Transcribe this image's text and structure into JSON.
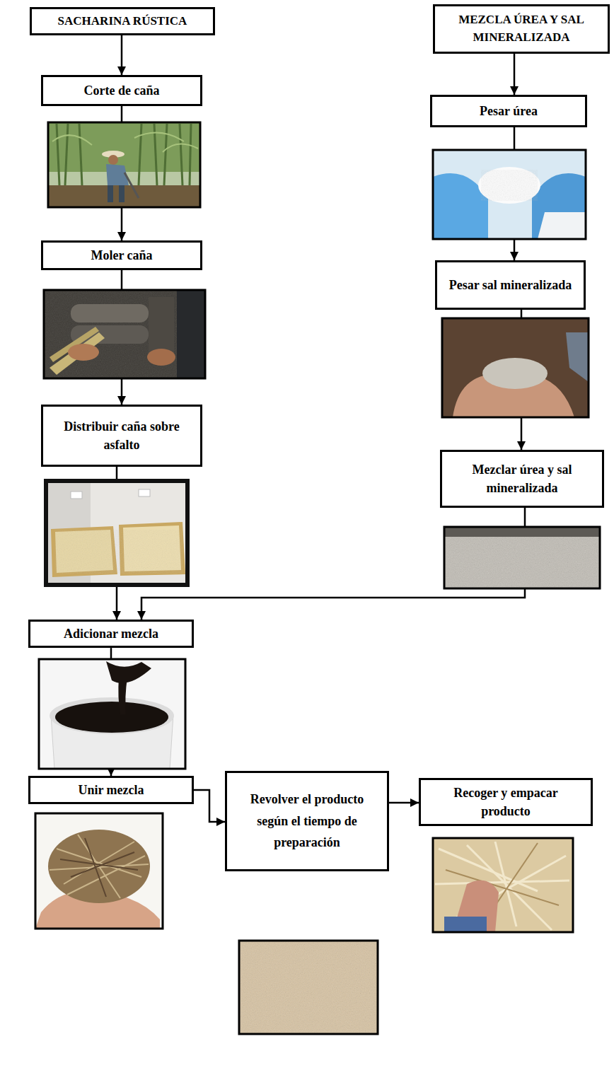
{
  "diagram": {
    "nodes": [
      {
        "text": [
          "SACHARINA RÚSTICA"
        ]
      },
      {
        "text": [
          "Corte de caña"
        ]
      },
      {
        "text": [
          "Moler caña"
        ]
      },
      {
        "text": [
          "Distribuir caña sobre asfalto"
        ]
      },
      {
        "text": [
          "MEZCLA ÚREA Y SAL MINERALIZADA"
        ]
      },
      {
        "text": [
          "Pesar úrea"
        ]
      },
      {
        "text": [
          "Pesar sal mineralizada"
        ]
      },
      {
        "text": [
          "Mezclar úrea y sal mineralizada"
        ]
      },
      {
        "text": [
          "Adicionar mezcla"
        ]
      },
      {
        "text": [
          "Unir mezcla"
        ]
      },
      {
        "text": [
          "Revolver el producto según el tiempo de preparación"
        ]
      },
      {
        "text": [
          "Recoger y empacar producto"
        ]
      }
    ],
    "edges": [
      {
        "from": 0,
        "to": 1,
        "arrow": "to"
      },
      {
        "from": 1,
        "to": 2,
        "arrow": "to"
      },
      {
        "from": 2,
        "to": 3,
        "arrow": "to"
      },
      {
        "from": 3,
        "to": 8,
        "arrow": "to"
      },
      {
        "from": 4,
        "to": 5,
        "arrow": "to"
      },
      {
        "from": 5,
        "to": 6,
        "arrow": "to"
      },
      {
        "from": 6,
        "to": 7,
        "arrow": "to"
      },
      {
        "from": 7,
        "to": 8,
        "arrow": "to"
      },
      {
        "from": 8,
        "to": 9,
        "arrow": "to"
      },
      {
        "from": 9,
        "to": 10,
        "arrow": "to"
      },
      {
        "from": 10,
        "to": 11,
        "arrow": "to"
      }
    ]
  }
}
